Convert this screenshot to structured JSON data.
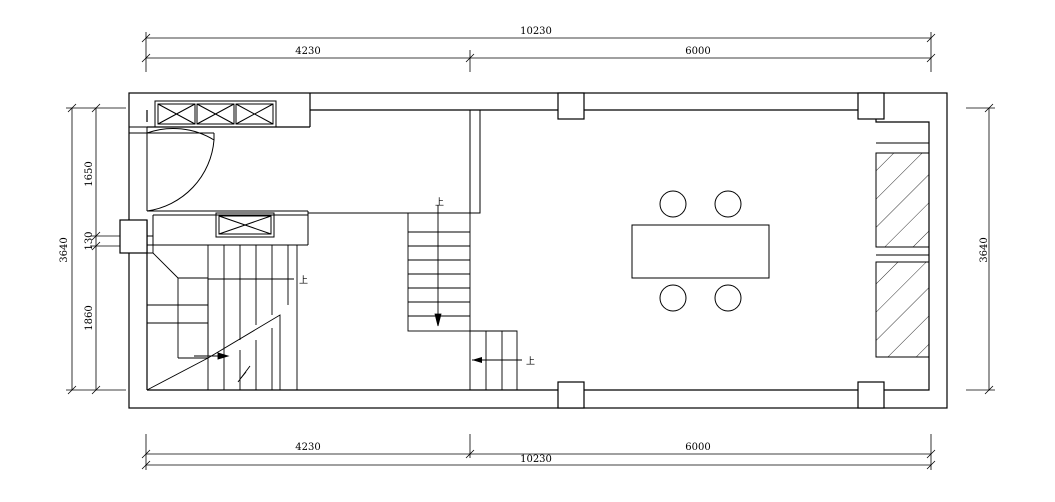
{
  "dimensions": {
    "top_total": "10230",
    "top_left": "4230",
    "top_right": "6000",
    "bottom_total": "10230",
    "bottom_left": "4230",
    "bottom_right": "6000",
    "left_total": "3640",
    "left_upper": "1650",
    "left_middle": "130",
    "left_lower": "1860",
    "right_total": "3640"
  },
  "stair_labels": {
    "left_stair": "上",
    "middle_stair": "上",
    "small_stair": "上"
  },
  "colors": {
    "line": "#000000",
    "background": "#ffffff"
  }
}
